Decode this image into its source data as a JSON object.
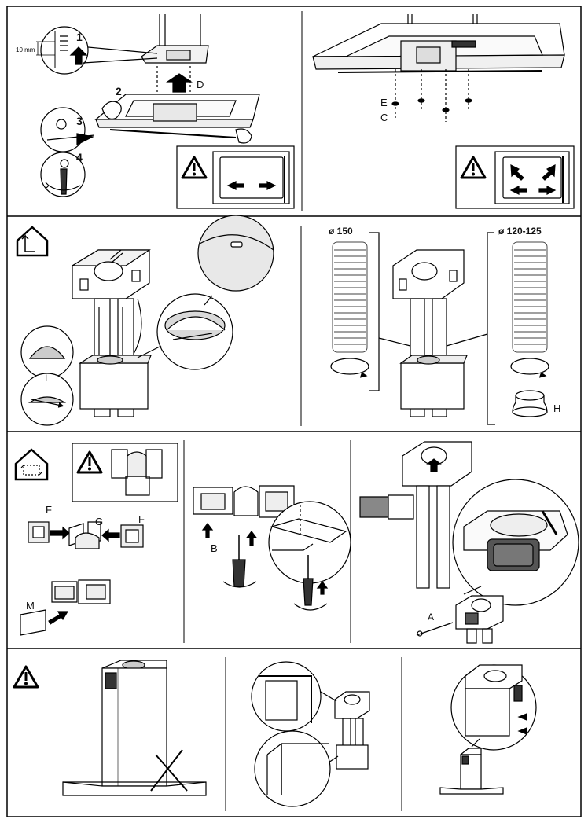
{
  "labels": {
    "mm": "10 mm",
    "step1": "1",
    "step2": "2",
    "step3": "3",
    "step4": "4",
    "D": "D",
    "E": "E",
    "C": "C",
    "I": "I",
    "d150": "ø 150",
    "d120": "ø 120-125",
    "H": "H",
    "F1": "F",
    "G": "G",
    "F2": "F",
    "M": "M",
    "B": "B",
    "A": "A"
  },
  "icons": {
    "warning": "warning-triangle-icon",
    "house_exhaust": "house-exhaust-icon",
    "house_recirc": "house-recirculation-icon"
  }
}
